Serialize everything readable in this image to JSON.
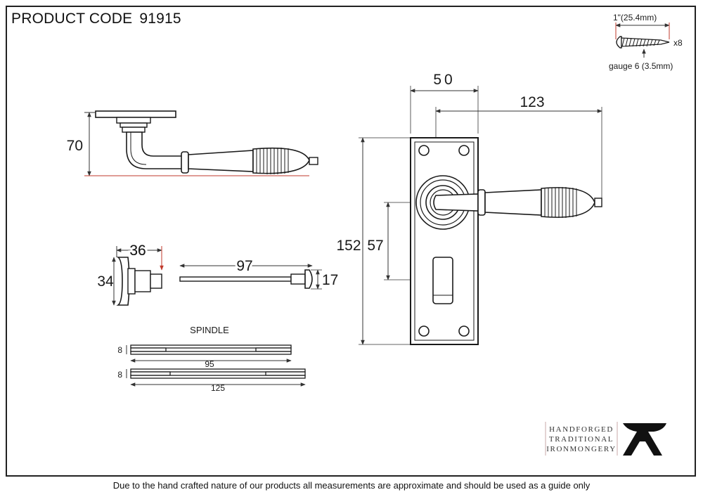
{
  "title": {
    "label": "PRODUCT CODE",
    "code": "91915"
  },
  "footer": {
    "note": "Due to the hand crafted nature of our products all measurements are approximate and should be used as a guide only"
  },
  "screw": {
    "length": "1\"(25.4mm)",
    "quantity": "x8",
    "gauge": "gauge 6 (3.5mm)"
  },
  "dimensions": {
    "lever_height": "70",
    "plate_width": "50",
    "lever_length": "123",
    "plate_height": "152",
    "centre": "57",
    "turn_width": "36",
    "turn_height": "34",
    "release_length": "97",
    "release_height": "17",
    "spindle_label": "SPINDLE",
    "spindle_a_thickness": "8",
    "spindle_a_length": "95",
    "spindle_b_thickness": "8",
    "spindle_b_length": "125"
  },
  "brand": {
    "line1": "HANDFORGED",
    "line2": "TRADITIONAL",
    "line3": "IRONMONGERY",
    "logo": "anvil-logo"
  },
  "colors": {
    "outline": "#1a1a1a",
    "dimension_line": "#333333",
    "accent_red": "#c0392b",
    "rule": "#c9a9a9"
  }
}
